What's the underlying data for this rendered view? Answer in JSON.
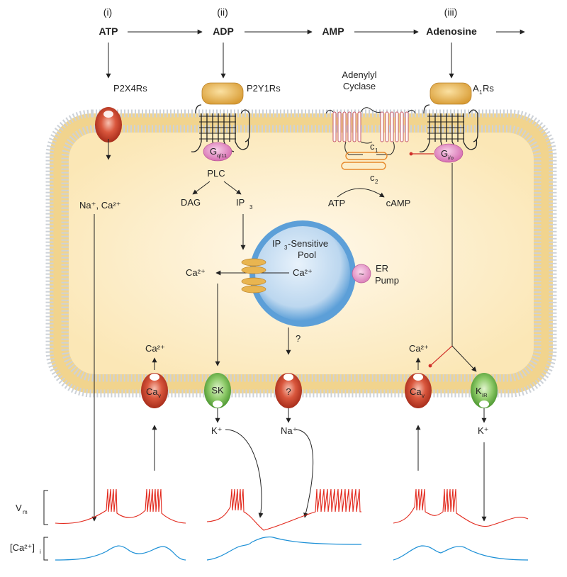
{
  "steps": {
    "i": "(i)",
    "ii": "(ii)",
    "iii": "(iii)"
  },
  "molecules": {
    "atp": "ATP",
    "adp": "ADP",
    "amp": "AMP",
    "adenosine": "Adenosine"
  },
  "receptors": {
    "p2x4": "P2X4Rs",
    "p2y1": "P2Y1Rs",
    "ac_line1": "Adenylyl",
    "ac_line2": "Cyclase",
    "a1_main": "A",
    "a1_sub": "1",
    "a1_rest": "Rs"
  },
  "gproteins": {
    "gq_main": "G",
    "gq_sub": "q/11",
    "gi_main": "G",
    "gi_sub": "i/o"
  },
  "ac_domains": {
    "c1_main": "c",
    "c1_sub": "1",
    "c2_main": "c",
    "c2_sub": "2"
  },
  "signaling": {
    "plc": "PLC",
    "dag": "DAG",
    "ip3_main": "IP",
    "ip3_sub": "3",
    "atp": "ATP",
    "camp": "cAMP"
  },
  "ions": {
    "na_ca": "Na⁺, Ca²⁺",
    "ca_left": "Ca²⁺",
    "ca_er": "Ca²⁺",
    "ca_cav1": "Ca²⁺",
    "ca_cav2": "Ca²⁺",
    "k_sk": "K⁺",
    "na_q": "Na⁺",
    "k_kir": "K⁺",
    "question": "?"
  },
  "er": {
    "pool_main": "IP",
    "pool_sub": "3",
    "pool_rest": "-Sensitive",
    "pool_line2": "Pool",
    "pump_line1": "ER",
    "pump_line2": "Pump",
    "pump_symbol": "~"
  },
  "channels": {
    "cav_main": "Ca",
    "cav_sub": "v",
    "sk": "SK",
    "unknown": "?",
    "kir_main": "K",
    "kir_sub": "IR"
  },
  "traces": {
    "vm_main": "V",
    "vm_sub": "m",
    "ca_main": "[Ca²⁺]",
    "ca_sub": "i"
  },
  "colors": {
    "cell_fill": "#fdf0cf",
    "membrane_head": "#d9dde2",
    "membrane_tail": "#f2d58a",
    "receptor_gold": "#e9b550",
    "gprotein_pink": "#e27bc0",
    "er_blue": "#5aa3de",
    "channel_red": "#c7412c",
    "channel_green": "#68b744",
    "vm_trace": "#e2281c",
    "ca_trace": "#1b8fd6",
    "inhibit_red": "#d0302a"
  },
  "icons": [
    "arrow-icon",
    "inhibition-icon",
    "membrane-icon",
    "ion-channel-icon"
  ]
}
